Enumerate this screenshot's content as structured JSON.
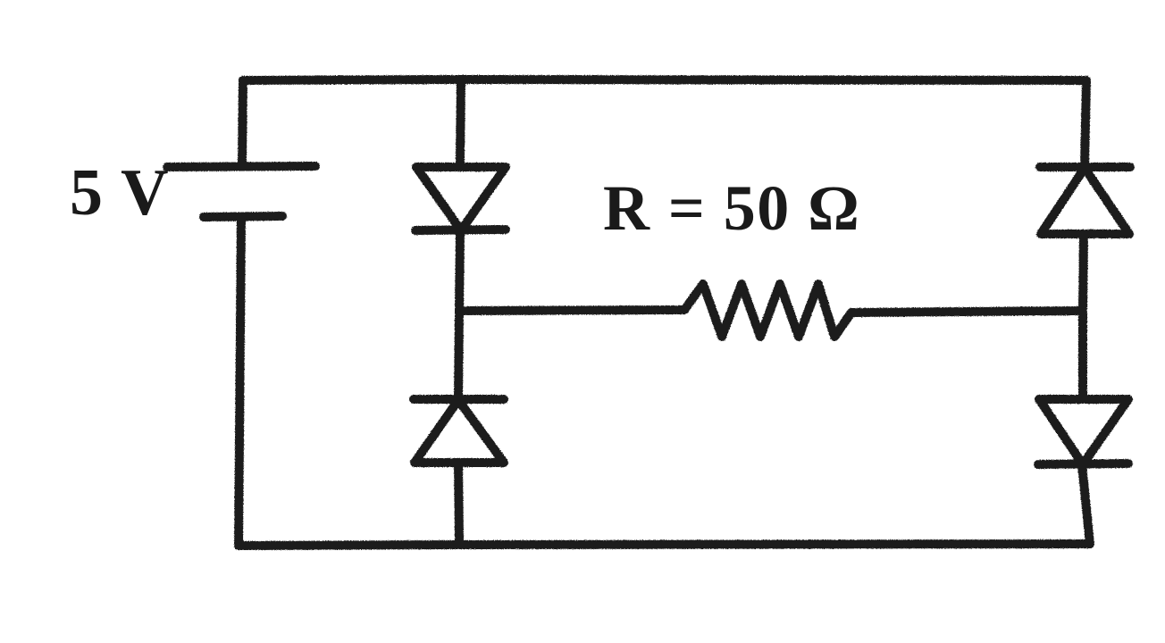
{
  "figure": {
    "kind": "circuit-diagram",
    "style": "hand-drawn",
    "description": "Full-wave bridge rectifier circuit with a 5 V battery source, four diodes and a 50 ohm resistor",
    "background_color": "#ffffff",
    "ink_color": "#1f1f1f"
  },
  "labels": {
    "source": "5 V",
    "resistor": "R = 50 Ω"
  },
  "components": {
    "battery": {
      "name": "battery-5v",
      "label": "5 V",
      "orientation": "vertical",
      "long_plate": "top",
      "short_plate": "bottom"
    },
    "resistor": {
      "name": "resistor-r",
      "label": "R = 50 Ω",
      "value": "50",
      "unit": "Ω",
      "orientation": "horizontal",
      "zigzag_peaks": 4
    },
    "diodes": [
      {
        "name": "diode-top-left",
        "position": "top-left-branch",
        "triangle_direction": "down",
        "bar_side": "bottom"
      },
      {
        "name": "diode-bottom-left",
        "position": "bottom-left-branch",
        "triangle_direction": "up",
        "bar_side": "top"
      },
      {
        "name": "diode-top-right",
        "position": "top-right-branch",
        "triangle_direction": "up",
        "bar_side": "top"
      },
      {
        "name": "diode-bottom-right",
        "position": "bottom-right-branch",
        "triangle_direction": "down",
        "bar_side": "bottom"
      }
    ]
  }
}
